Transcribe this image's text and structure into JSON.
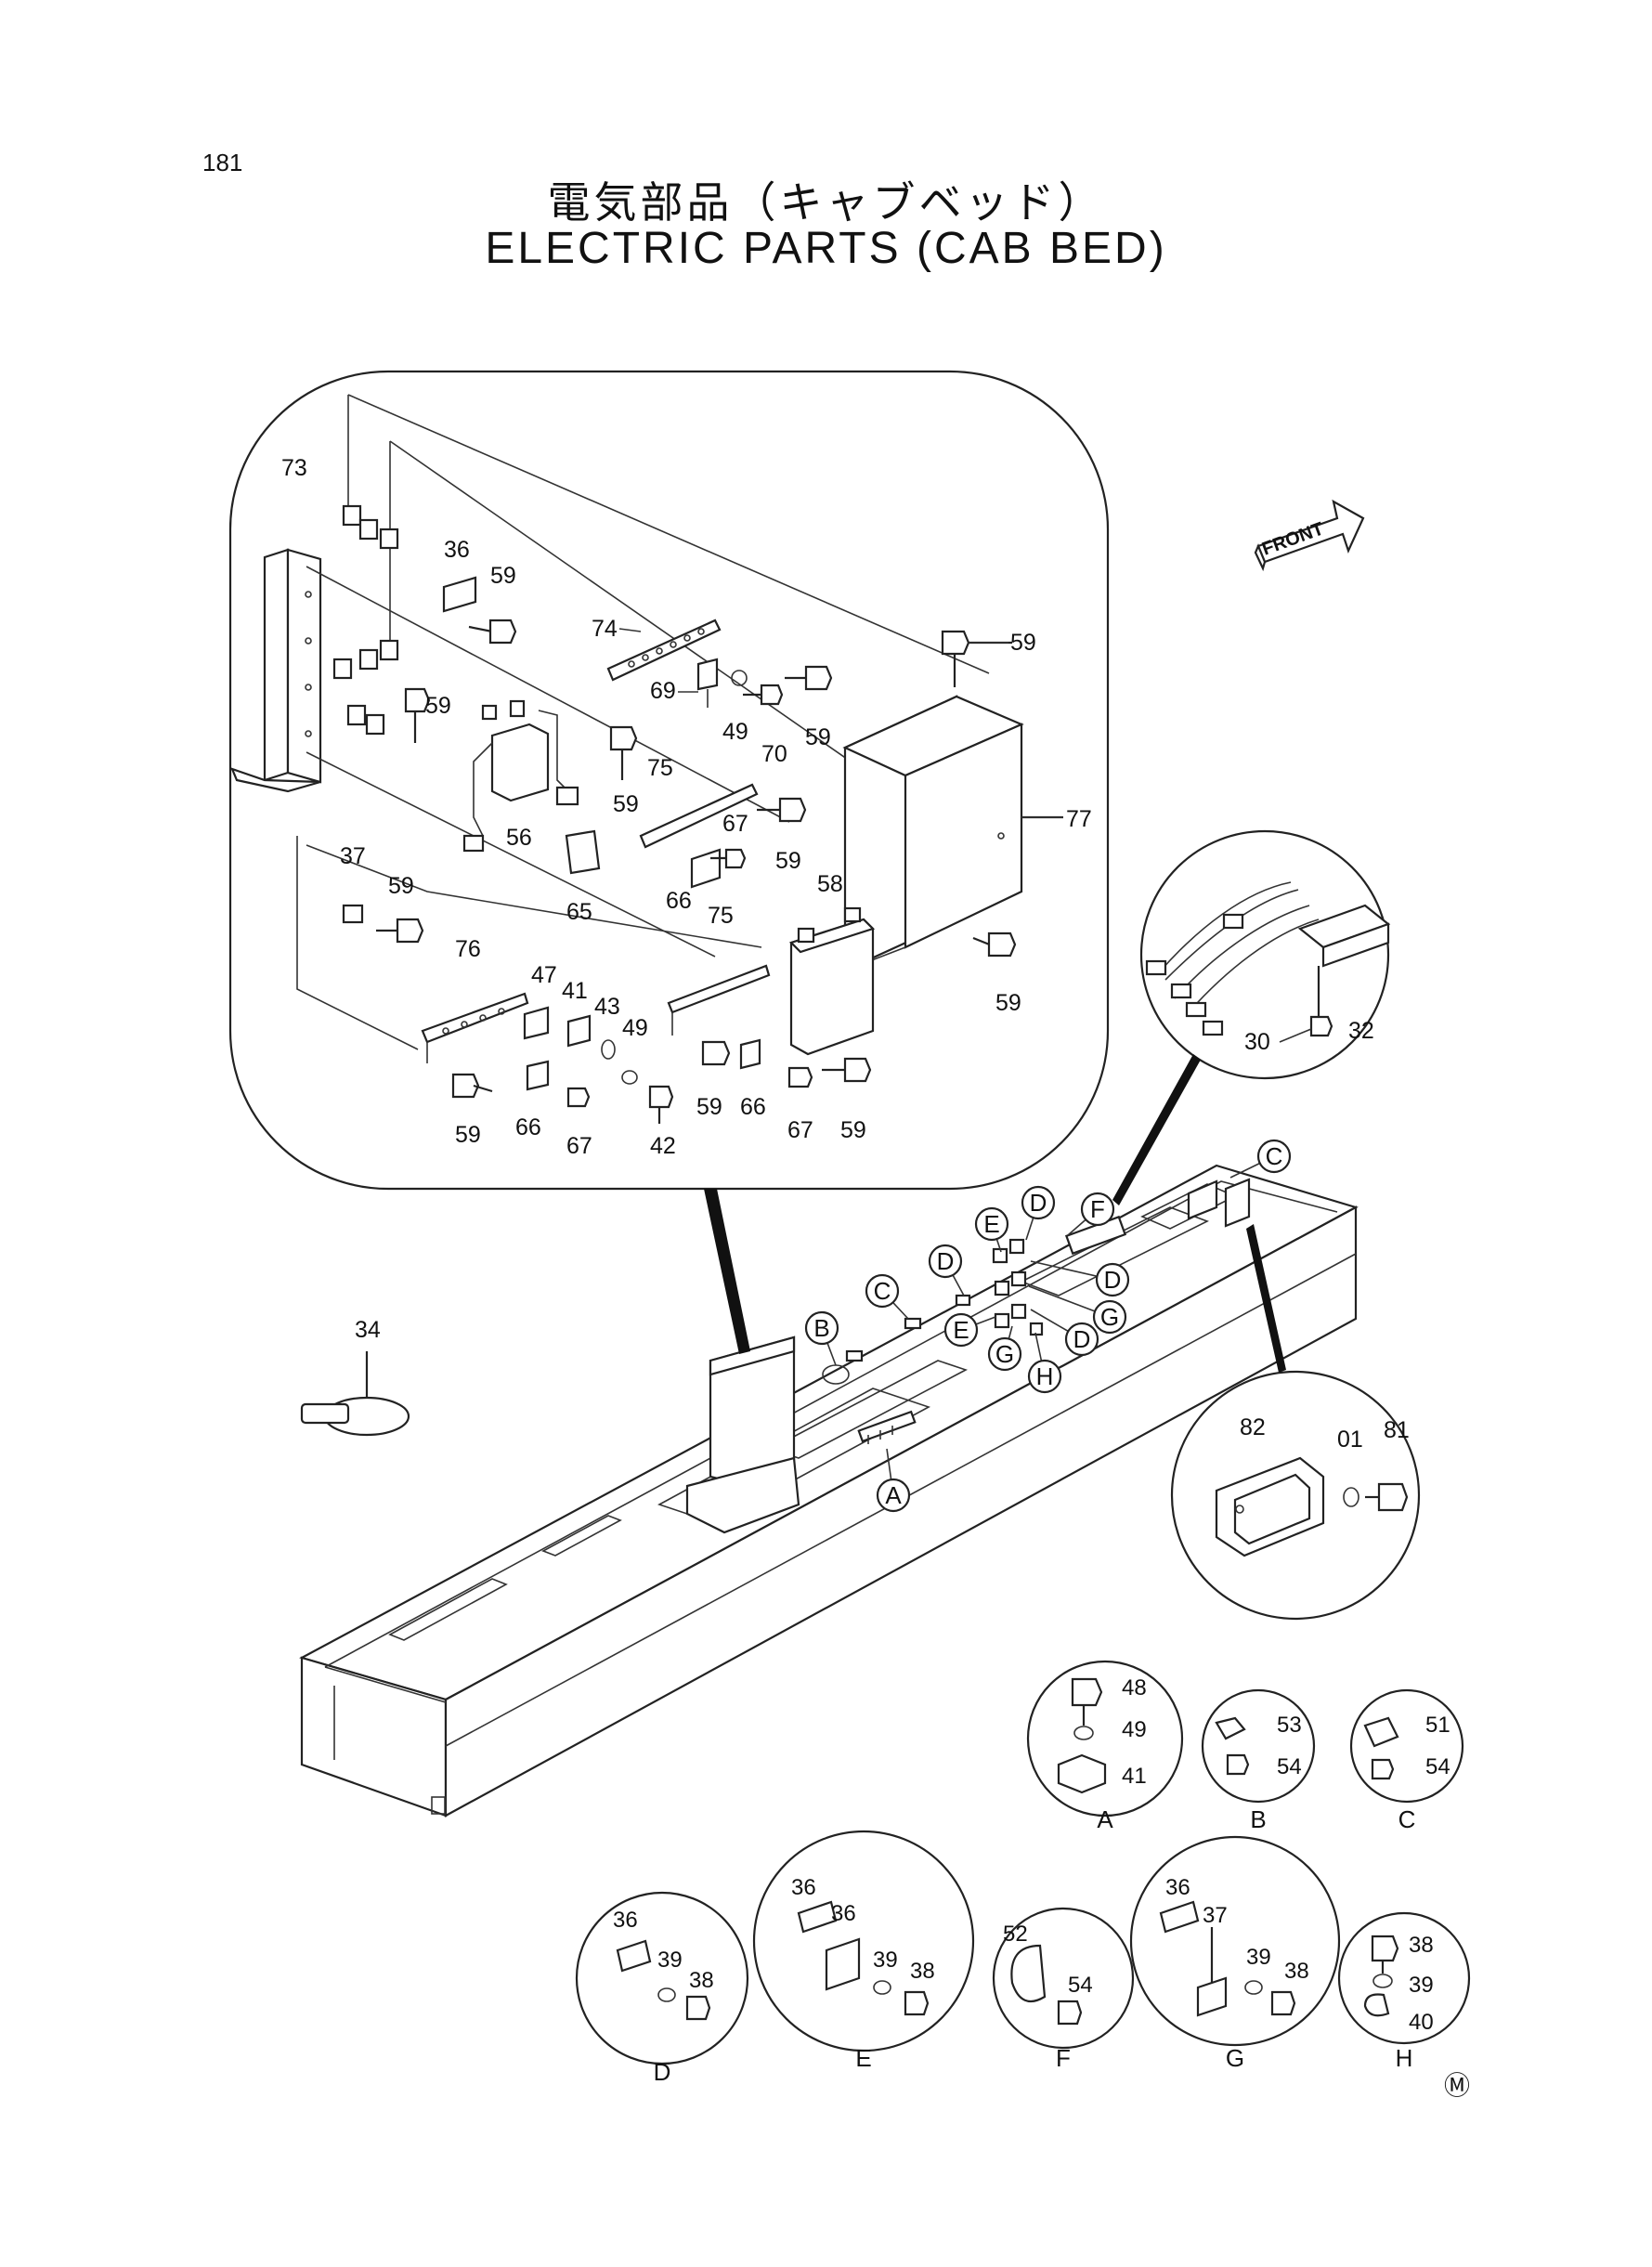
{
  "page": {
    "number": "181"
  },
  "title": {
    "japanese": "電気部品（キャブベッド）",
    "english": "ELECTRIC PARTS (CAB BED)"
  },
  "front_marker": "FRONT",
  "trademark": "Ⓜ",
  "main_callouts": [
    {
      "id": "c73",
      "text": "73"
    },
    {
      "id": "c36a",
      "text": "36"
    },
    {
      "id": "c59a",
      "text": "59"
    },
    {
      "id": "c74",
      "text": "74"
    },
    {
      "id": "c59b",
      "text": "59"
    },
    {
      "id": "c59c",
      "text": "59"
    },
    {
      "id": "c69",
      "text": "69"
    },
    {
      "id": "c49a",
      "text": "49"
    },
    {
      "id": "c70",
      "text": "70"
    },
    {
      "id": "c59d",
      "text": "59"
    },
    {
      "id": "c77",
      "text": "77"
    },
    {
      "id": "c59e",
      "text": "59"
    },
    {
      "id": "c75a",
      "text": "75"
    },
    {
      "id": "c56",
      "text": "56"
    },
    {
      "id": "c67a",
      "text": "67"
    },
    {
      "id": "c59f",
      "text": "59"
    },
    {
      "id": "c65",
      "text": "65"
    },
    {
      "id": "c66a",
      "text": "66"
    },
    {
      "id": "c37",
      "text": "37"
    },
    {
      "id": "c59g",
      "text": "59"
    },
    {
      "id": "c58",
      "text": "58"
    },
    {
      "id": "c75b",
      "text": "75"
    },
    {
      "id": "c59h",
      "text": "59"
    },
    {
      "id": "c76",
      "text": "76"
    },
    {
      "id": "c47",
      "text": "47"
    },
    {
      "id": "c41",
      "text": "41"
    },
    {
      "id": "c43",
      "text": "43"
    },
    {
      "id": "c49b",
      "text": "49"
    },
    {
      "id": "c59i",
      "text": "59"
    },
    {
      "id": "c66b",
      "text": "66"
    },
    {
      "id": "c67b",
      "text": "67"
    },
    {
      "id": "c59j",
      "text": "59"
    },
    {
      "id": "c66c",
      "text": "66"
    },
    {
      "id": "c67c",
      "text": "67"
    },
    {
      "id": "c42",
      "text": "42"
    },
    {
      "id": "c59k",
      "text": "59"
    },
    {
      "id": "c34",
      "text": "34"
    },
    {
      "id": "c30",
      "text": "30"
    },
    {
      "id": "c32",
      "text": "32"
    },
    {
      "id": "c82",
      "text": "82"
    },
    {
      "id": "c01",
      "text": "01"
    },
    {
      "id": "c81",
      "text": "81"
    }
  ],
  "letter_markers": [
    {
      "id": "mA",
      "text": "A"
    },
    {
      "id": "mB",
      "text": "B"
    },
    {
      "id": "mC1",
      "text": "C"
    },
    {
      "id": "mC2",
      "text": "C"
    },
    {
      "id": "mD1",
      "text": "D"
    },
    {
      "id": "mD2",
      "text": "D"
    },
    {
      "id": "mD3",
      "text": "D"
    },
    {
      "id": "mD4",
      "text": "D"
    },
    {
      "id": "mE1",
      "text": "E"
    },
    {
      "id": "mE2",
      "text": "E"
    },
    {
      "id": "mF",
      "text": "F"
    },
    {
      "id": "mG1",
      "text": "G"
    },
    {
      "id": "mG2",
      "text": "G"
    },
    {
      "id": "mH",
      "text": "H"
    }
  ],
  "detail_views": [
    {
      "id": "vA",
      "label": "A",
      "parts": [
        "48",
        "49",
        "41"
      ]
    },
    {
      "id": "vB",
      "label": "B",
      "parts": [
        "53",
        "54"
      ]
    },
    {
      "id": "vC",
      "label": "C",
      "parts": [
        "51",
        "54"
      ]
    },
    {
      "id": "vD",
      "label": "D",
      "parts": [
        "36",
        "39",
        "38"
      ]
    },
    {
      "id": "vE",
      "label": "E",
      "parts": [
        "36",
        "36",
        "39",
        "38"
      ]
    },
    {
      "id": "vF",
      "label": "F",
      "parts": [
        "52",
        "54"
      ]
    },
    {
      "id": "vG",
      "label": "G",
      "parts": [
        "36",
        "37",
        "39",
        "38"
      ]
    },
    {
      "id": "vH",
      "label": "H",
      "parts": [
        "38",
        "39",
        "40"
      ]
    }
  ]
}
